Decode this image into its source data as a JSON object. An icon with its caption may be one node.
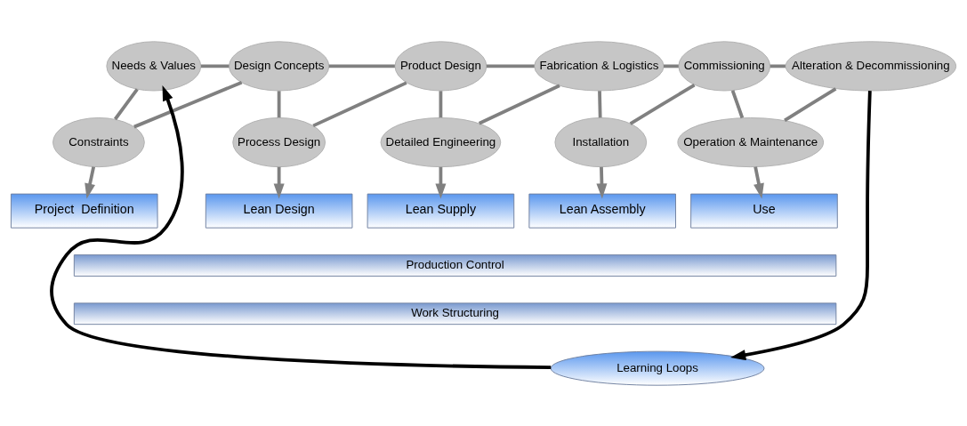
{
  "diagram": {
    "nodes": [
      {
        "text": [
          "Needs & Values"
        ]
      },
      {
        "text": [
          "Design Concepts"
        ]
      },
      {
        "text": [
          "Product Design"
        ]
      },
      {
        "text": [
          "Fabrication & Logistics"
        ]
      },
      {
        "text": [
          "Commissioning"
        ]
      },
      {
        "text": [
          "Alteration & Decommissioning"
        ]
      },
      {
        "text": [
          "Constraints"
        ]
      },
      {
        "text": [
          "Process Design"
        ]
      },
      {
        "text": [
          "Detailed Engineering"
        ]
      },
      {
        "text": [
          "Installation"
        ]
      },
      {
        "text": [
          "Operation & Maintenance"
        ]
      },
      {
        "text": [
          "Project  Definition"
        ]
      },
      {
        "text": [
          "Lean Design"
        ]
      },
      {
        "text": [
          "Lean Supply"
        ]
      },
      {
        "text": [
          "Lean Assembly"
        ]
      },
      {
        "text": [
          "Use"
        ]
      },
      {
        "text": [
          "Production Control"
        ]
      },
      {
        "text": [
          "Work Structuring"
        ]
      },
      {
        "text": [
          "Learning Loops"
        ]
      }
    ],
    "edges": [
      {
        "from": 0,
        "to": 1,
        "arrow": "none"
      },
      {
        "from": 1,
        "to": 2,
        "arrow": "none"
      },
      {
        "from": 2,
        "to": 3,
        "arrow": "none"
      },
      {
        "from": 3,
        "to": 4,
        "arrow": "none"
      },
      {
        "from": 4,
        "to": 5,
        "arrow": "none"
      },
      {
        "from": 0,
        "to": 6,
        "arrow": "none"
      },
      {
        "from": 6,
        "to": 1,
        "arrow": "none"
      },
      {
        "from": 1,
        "to": 7,
        "arrow": "none"
      },
      {
        "from": 7,
        "to": 2,
        "arrow": "none"
      },
      {
        "from": 2,
        "to": 8,
        "arrow": "none"
      },
      {
        "from": 8,
        "to": 3,
        "arrow": "none"
      },
      {
        "from": 3,
        "to": 9,
        "arrow": "none"
      },
      {
        "from": 9,
        "to": 4,
        "arrow": "none"
      },
      {
        "from": 4,
        "to": 10,
        "arrow": "none"
      },
      {
        "from": 10,
        "to": 5,
        "arrow": "none"
      },
      {
        "from": 6,
        "to": 11,
        "arrow": "to"
      },
      {
        "from": 7,
        "to": 12,
        "arrow": "to"
      },
      {
        "from": 8,
        "to": 13,
        "arrow": "to"
      },
      {
        "from": 9,
        "to": 14,
        "arrow": "to"
      },
      {
        "from": 10,
        "to": 15,
        "arrow": "to"
      },
      {
        "from": 5,
        "to": 18,
        "arrow": "to",
        "color": "#000000"
      },
      {
        "from": 18,
        "to": 0,
        "arrow": "to",
        "color": "#000000"
      }
    ]
  }
}
